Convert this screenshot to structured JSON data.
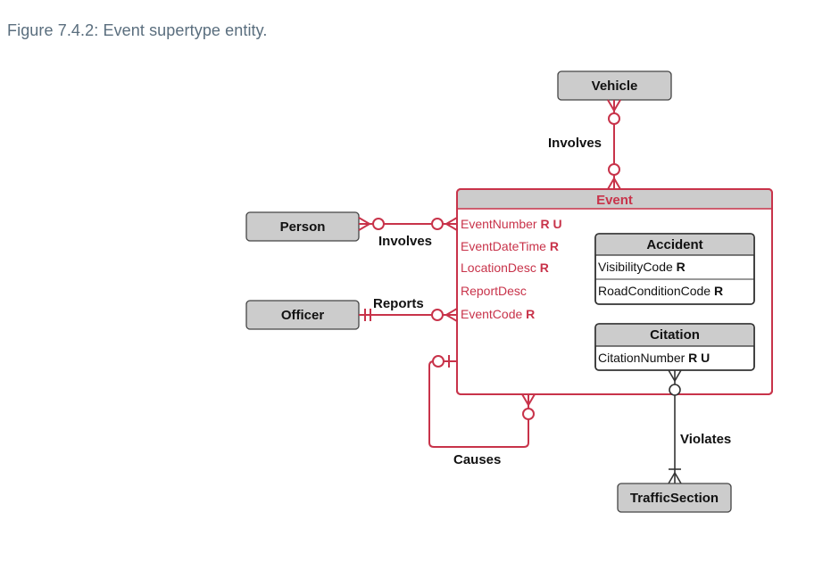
{
  "caption": "Figure 7.4.2: Event supertype entity.",
  "colors": {
    "red": "#c8334a",
    "dark": "#333333",
    "fill": "#cccccc"
  },
  "entities": {
    "vehicle": "Vehicle",
    "person": "Person",
    "officer": "Officer",
    "traffic_section": "TrafficSection"
  },
  "event": {
    "title": "Event",
    "attributes": [
      {
        "name": "EventNumber",
        "flags": "R U"
      },
      {
        "name": "EventDateTime",
        "flags": "R"
      },
      {
        "name": "LocationDesc",
        "flags": "R"
      },
      {
        "name": "ReportDesc",
        "flags": ""
      },
      {
        "name": "EventCode",
        "flags": "R"
      }
    ]
  },
  "accident": {
    "title": "Accident",
    "attributes": [
      {
        "name": "VisibilityCode",
        "flags": "R"
      },
      {
        "name": "RoadConditionCode",
        "flags": "R"
      }
    ]
  },
  "citation": {
    "title": "Citation",
    "attributes": [
      {
        "name": "CitationNumber",
        "flags": "R U"
      }
    ]
  },
  "relationships": {
    "vehicle_involves": "Involves",
    "person_involves": "Involves",
    "reports": "Reports",
    "causes": "Causes",
    "violates": "Violates"
  }
}
